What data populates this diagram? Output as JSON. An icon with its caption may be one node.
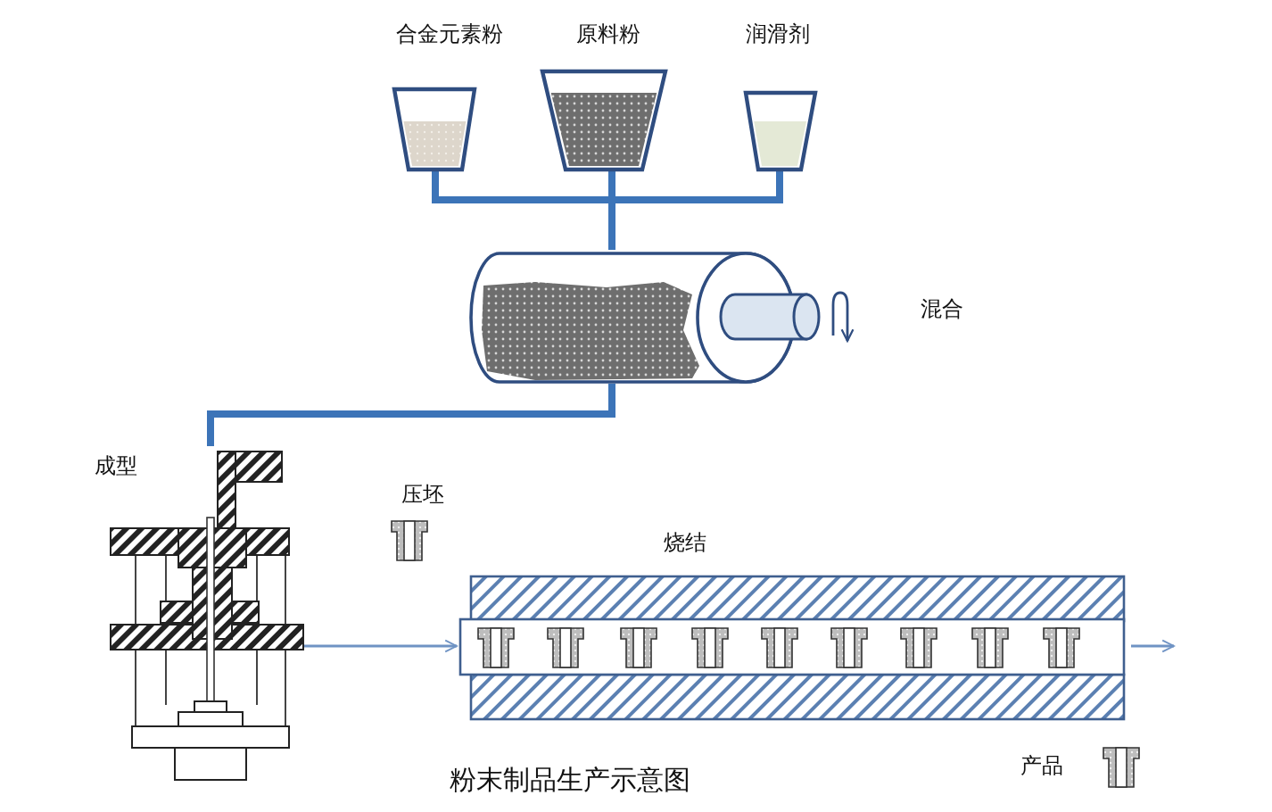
{
  "diagram": {
    "caption": "粉末制品生产示意图",
    "nodes": [
      {
        "text": [
          "合金元素粉"
        ]
      },
      {
        "text": [
          "原料粉"
        ]
      },
      {
        "text": [
          "润滑剂"
        ]
      },
      {
        "text": [],
        "shape": "picture"
      },
      {
        "text": [
          "成型"
        ]
      },
      {
        "text": [
          "压坯"
        ]
      },
      {
        "text": [
          "烧结"
        ]
      },
      {
        "text": [
          "产品"
        ]
      }
    ],
    "edges": [
      {
        "from": 0,
        "to": 3,
        "arrow": "none"
      },
      {
        "from": 1,
        "to": 3,
        "arrow": "none"
      },
      {
        "from": 2,
        "to": 3,
        "arrow": "none"
      },
      {
        "from": 3,
        "to": 3,
        "arrow": "to",
        "color": "#2f4d80"
      },
      {
        "from": 3,
        "to": 4,
        "arrow": "none"
      },
      {
        "from": 4,
        "to": 6,
        "arrow": "to",
        "color": "#6f93c4"
      },
      {
        "from": 6,
        "to": null,
        "arrow": "to",
        "color": "#6f93c4"
      }
    ],
    "labels": [
      "混合"
    ]
  }
}
